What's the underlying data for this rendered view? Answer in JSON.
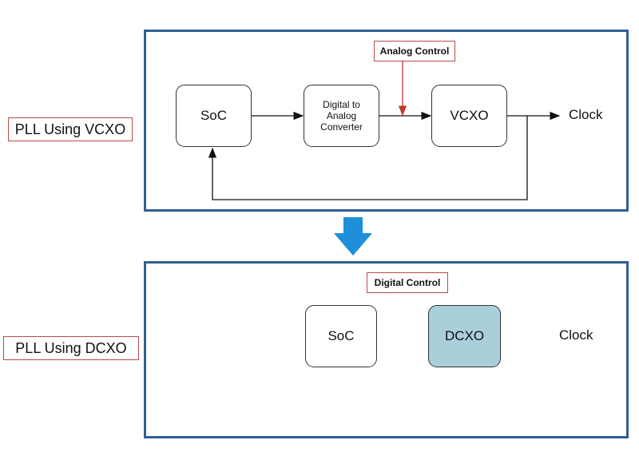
{
  "top_diagram": {
    "side_label": "PLL Using VCXO",
    "control_label": "Analog Control",
    "blocks": {
      "soc": "SoC",
      "dac": "Digital to\nAnalog\nConverter",
      "oscillator": "VCXO"
    },
    "output_label": "Clock"
  },
  "bottom_diagram": {
    "side_label": "PLL Using DCXO",
    "control_label": "Digital Control",
    "blocks": {
      "soc": "SoC",
      "oscillator": "DCXO"
    },
    "output_label": "Clock"
  },
  "colors": {
    "frame_border": "#2f5e96",
    "label_border": "#b84a4a",
    "control_arrow": "#c0392b",
    "transition_arrow": "#1e8fd8",
    "dcxo_fill": "#a9cfdb"
  }
}
